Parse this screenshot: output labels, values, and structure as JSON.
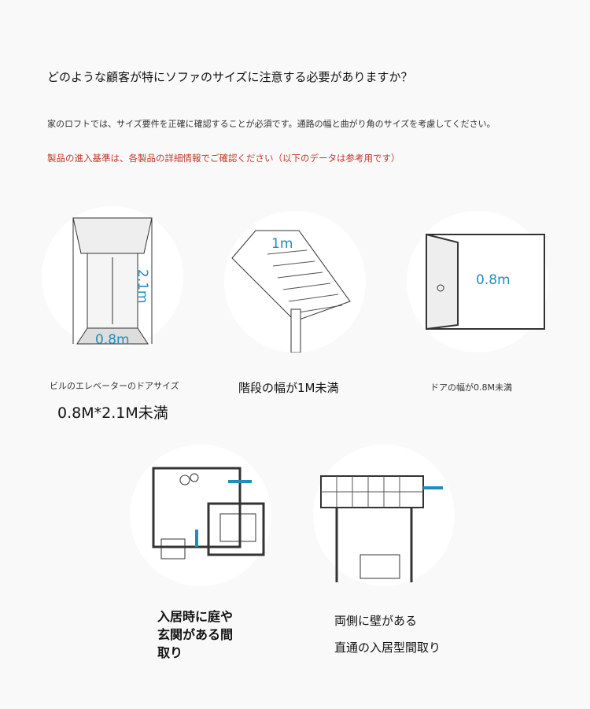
{
  "heading": "どのような顧客が特にソファのサイズに注意する必要がありますか？",
  "note": "家のロフトでは、サイズ要件を正確に確認することが必須です。通路の幅と曲がり角のサイズを考慮してください。",
  "warning": "製品の進入基準は、各製品の詳細情報でご確認ください（以下のデータは参考用です）",
  "colors": {
    "accent": "#1e8fb8",
    "warning": "#c0392b"
  },
  "items": [
    {
      "caption": "ビルのエレベーターのドアサイズ",
      "sub": "0.8M*2.1M未満",
      "w": "0.8m",
      "h": "2.1m"
    },
    {
      "caption": "階段の幅が1M未満",
      "w": "1m"
    },
    {
      "caption": "ドアの幅が0.8M未満",
      "w": "0.8m"
    },
    {
      "caption_lines": [
        "入居時に庭や",
        "玄関がある間",
        "取り"
      ]
    },
    {
      "caption_lines": [
        "両側に壁がある",
        "直通の入居型間取り"
      ]
    }
  ]
}
